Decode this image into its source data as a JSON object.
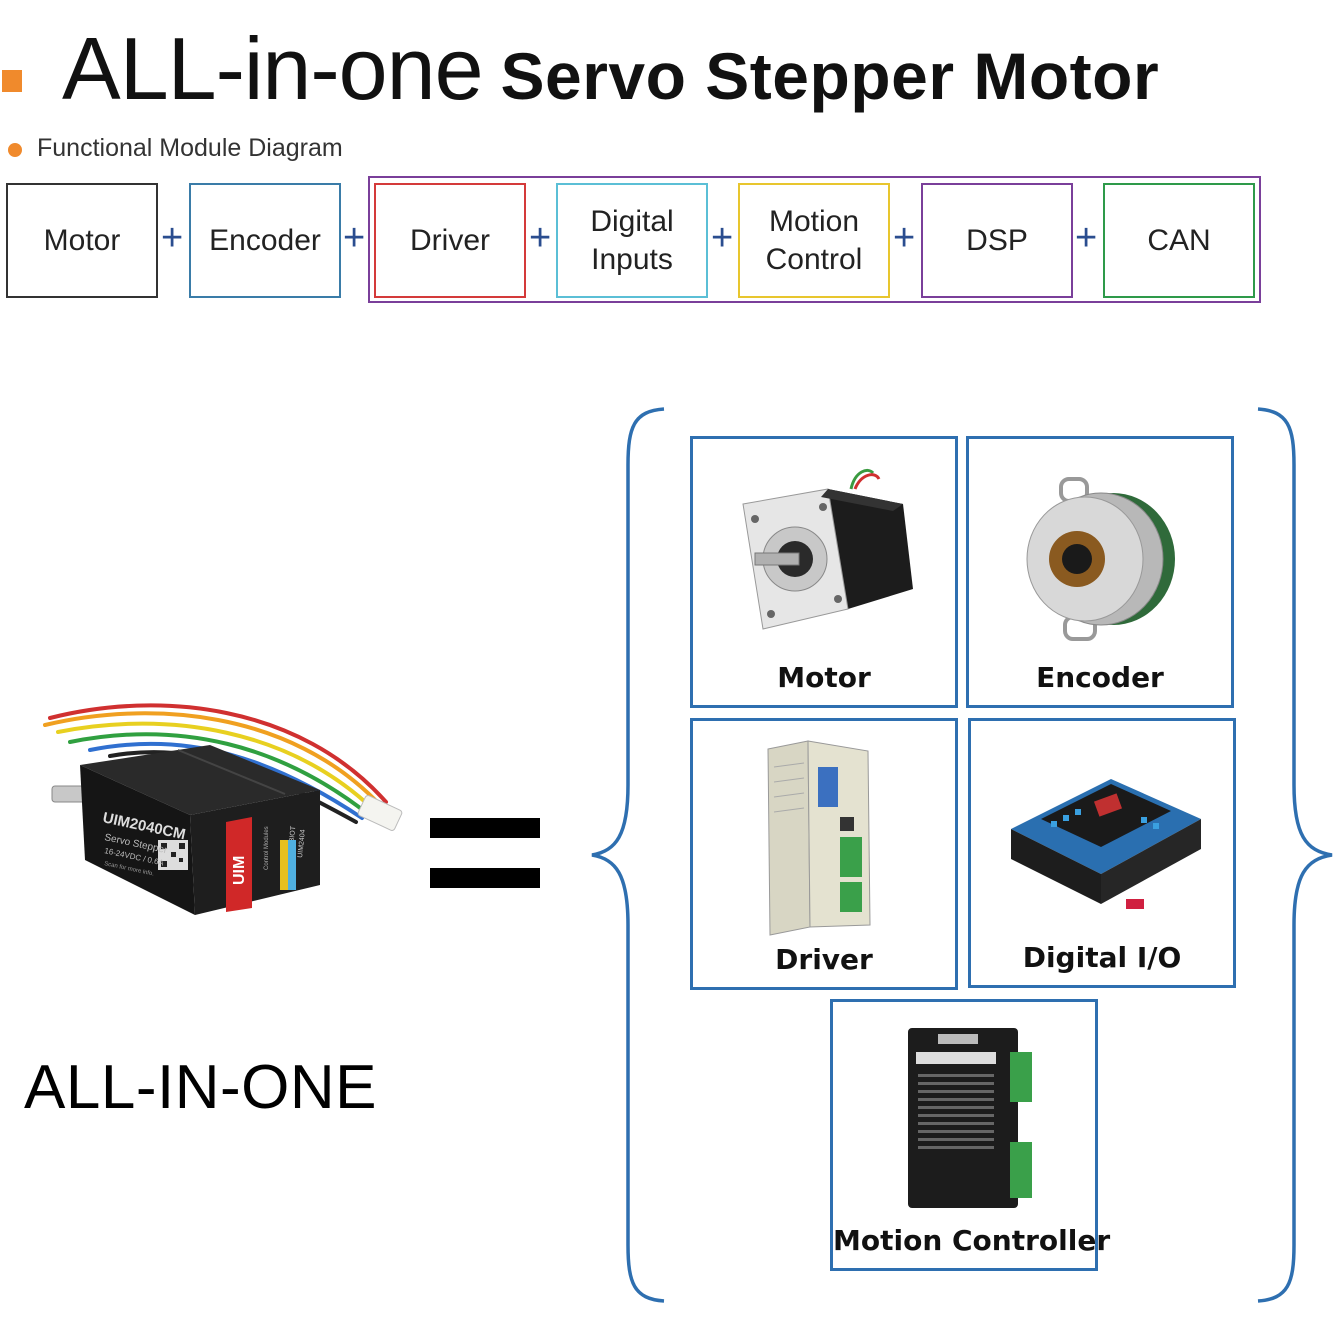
{
  "title": {
    "main": "ALL-in-one",
    "rest": "Servo Stepper Motor"
  },
  "subtitle": "Functional Module Diagram",
  "modules": [
    {
      "label": "Motor",
      "color": "#333333"
    },
    {
      "label": "Encoder",
      "color": "#3a7ca8"
    },
    {
      "label": "Driver",
      "color": "#d43a3a"
    },
    {
      "label": "Digital\nInputs",
      "color": "#5bbfd6"
    },
    {
      "label": "Motion\nControl",
      "color": "#e8c62e"
    },
    {
      "label": "DSP",
      "color": "#7a3f9a"
    },
    {
      "label": "CAN",
      "color": "#2e9a4a"
    }
  ],
  "plus_sign": "+",
  "group_frame_color": "#7a3f9a",
  "product": {
    "model": "UIM2040CM",
    "line1": "Servo Stepper",
    "line2": "16-24VDC / 0.6A",
    "line3": "Scan for more info.",
    "brand": "UIM",
    "side1": "URGBIOT",
    "side2": "UIM2404",
    "side3": "Control Modules"
  },
  "all_in_one_label": "ALL-IN-ONE",
  "components": [
    {
      "label": "Motor",
      "icon": "stepper-motor-icon"
    },
    {
      "label": "Encoder",
      "icon": "rotary-encoder-icon"
    },
    {
      "label": "Driver",
      "icon": "stepper-driver-icon"
    },
    {
      "label": "Digital I/O",
      "icon": "digital-io-module-icon"
    },
    {
      "label": "Motion Controller",
      "icon": "motion-controller-icon"
    }
  ],
  "brace_color": "#2e6fb0"
}
